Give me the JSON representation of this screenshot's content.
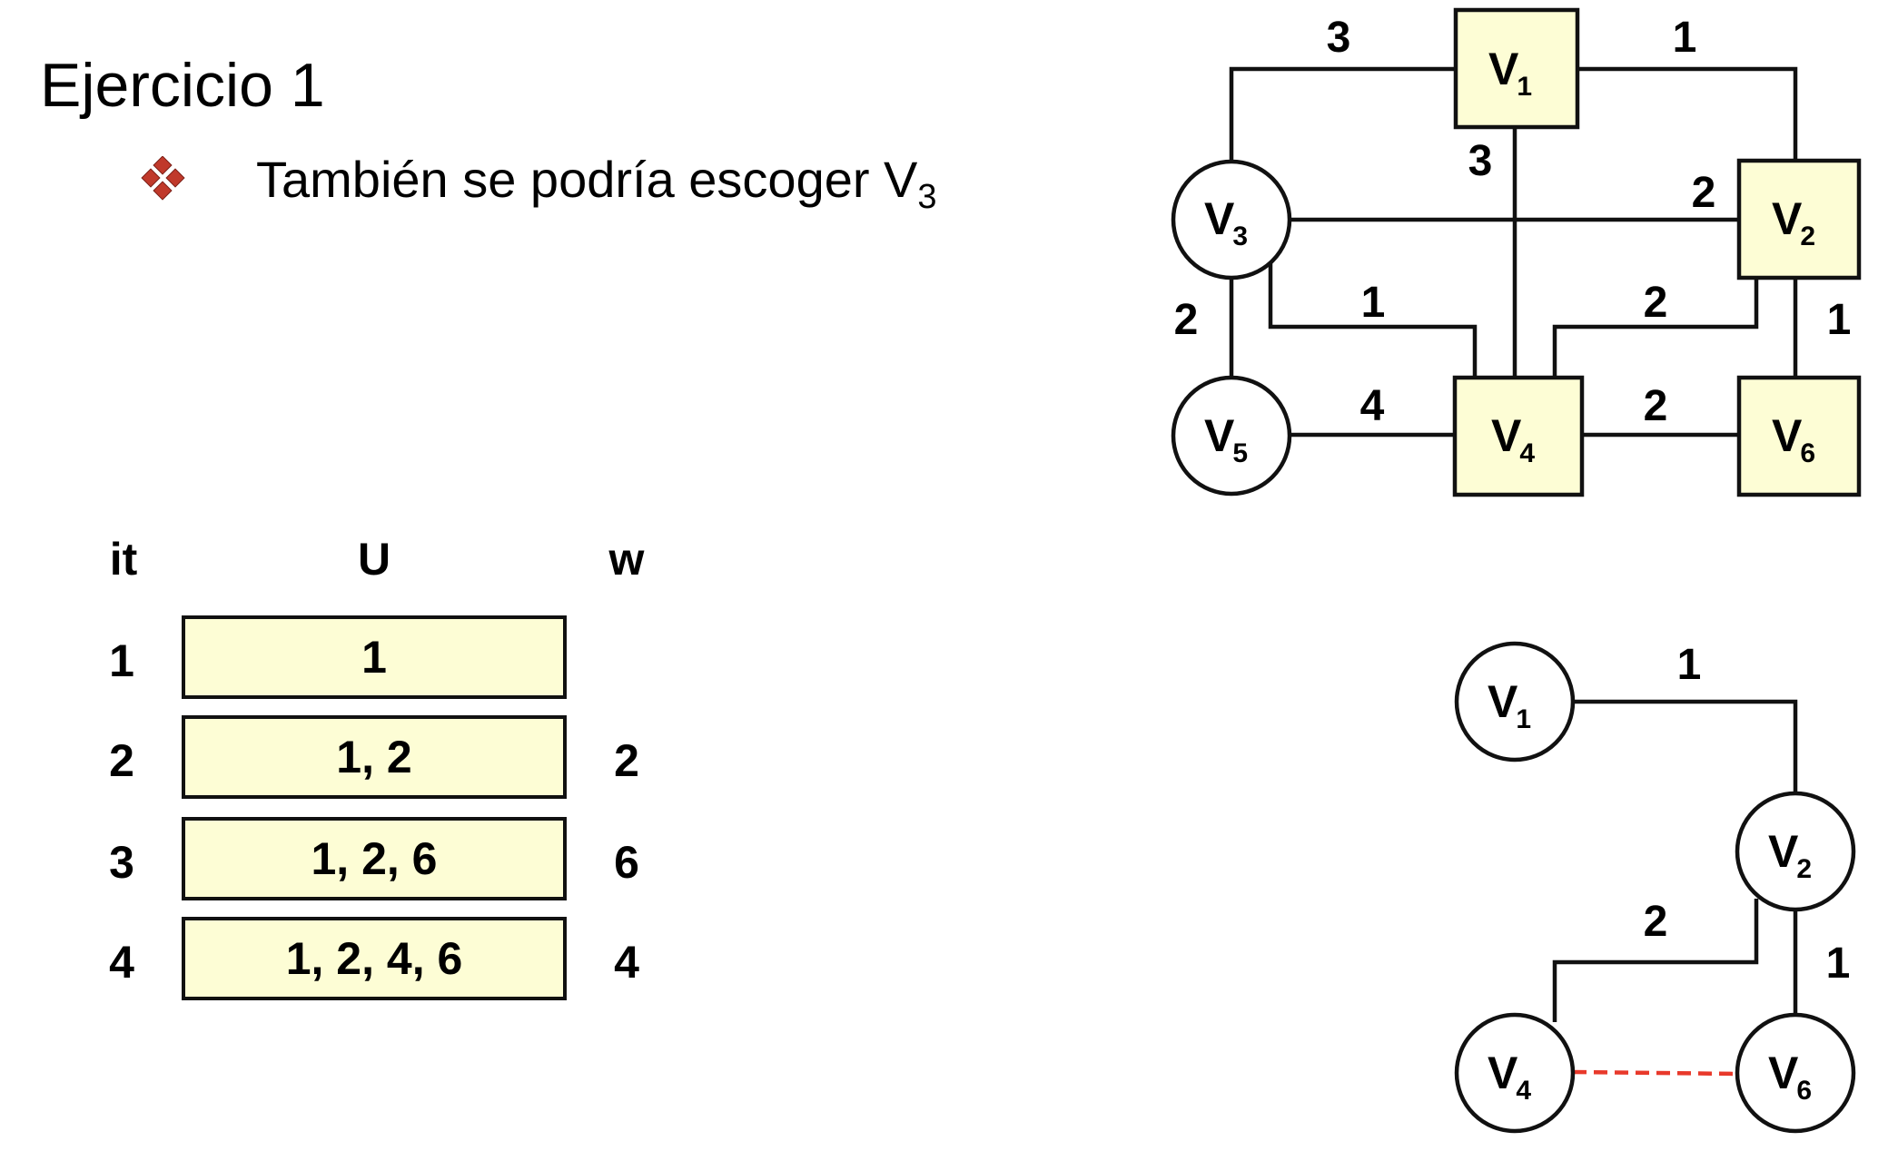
{
  "slide": {
    "title": "Ejercicio 1",
    "bullet_text": "También se podría escoger V",
    "bullet_subscript": "3",
    "bullet_icon": "diamond-cluster-icon",
    "bullet_color": "#c0392b"
  },
  "table": {
    "headers": {
      "it": "it",
      "u": "U",
      "w": "w"
    },
    "rows": [
      {
        "it": "1",
        "u": "1",
        "w": ""
      },
      {
        "it": "2",
        "u": "1, 2",
        "w": "2"
      },
      {
        "it": "3",
        "u": "1, 2, 6",
        "w": "6"
      },
      {
        "it": "4",
        "u": "1, 2, 4, 6",
        "w": "4"
      }
    ],
    "fill_color": "#fdfdd5"
  },
  "graph_top": {
    "nodes": [
      {
        "id": "v1",
        "label": "V",
        "sub": "1",
        "shape": "square",
        "selected": true
      },
      {
        "id": "v2",
        "label": "V",
        "sub": "2",
        "shape": "square",
        "selected": true
      },
      {
        "id": "v3",
        "label": "V",
        "sub": "3",
        "shape": "circle",
        "selected": false
      },
      {
        "id": "v4",
        "label": "V",
        "sub": "4",
        "shape": "square",
        "selected": true
      },
      {
        "id": "v5",
        "label": "V",
        "sub": "5",
        "shape": "circle",
        "selected": false
      },
      {
        "id": "v6",
        "label": "V",
        "sub": "6",
        "shape": "square",
        "selected": true
      }
    ],
    "edges": [
      {
        "from": "v1",
        "to": "v3",
        "weight": "3"
      },
      {
        "from": "v1",
        "to": "v2",
        "weight": "1"
      },
      {
        "from": "v1",
        "to": "v4",
        "weight": "3"
      },
      {
        "from": "v3",
        "to": "v2",
        "weight": "2"
      },
      {
        "from": "v3",
        "to": "v4",
        "weight": "1"
      },
      {
        "from": "v2",
        "to": "v4",
        "weight": "2"
      },
      {
        "from": "v2",
        "to": "v6",
        "weight": "1"
      },
      {
        "from": "v3",
        "to": "v5",
        "weight": "2"
      },
      {
        "from": "v5",
        "to": "v4",
        "weight": "4"
      },
      {
        "from": "v4",
        "to": "v6",
        "weight": "2"
      }
    ]
  },
  "graph_bottom": {
    "nodes": [
      {
        "id": "v1",
        "label": "V",
        "sub": "1"
      },
      {
        "id": "v2",
        "label": "V",
        "sub": "2"
      },
      {
        "id": "v4",
        "label": "V",
        "sub": "4"
      },
      {
        "id": "v6",
        "label": "V",
        "sub": "6"
      }
    ],
    "edges": [
      {
        "from": "v1",
        "to": "v2",
        "weight": "1",
        "style": "solid"
      },
      {
        "from": "v2",
        "to": "v4",
        "weight": "2",
        "style": "solid"
      },
      {
        "from": "v2",
        "to": "v6",
        "weight": "1",
        "style": "solid"
      },
      {
        "from": "v4",
        "to": "v6",
        "weight": "",
        "style": "dashed"
      }
    ],
    "dashed_color": "#e8392b"
  },
  "colors": {
    "node_fill": "#fdfdd5",
    "stroke": "#111111"
  }
}
